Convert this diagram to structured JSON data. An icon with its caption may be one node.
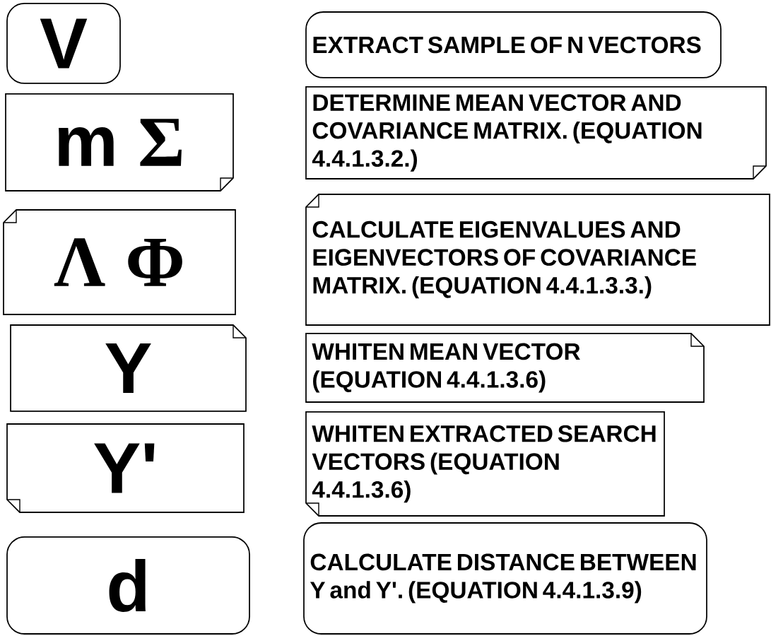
{
  "diagram": {
    "nodes": [
      {
        "text": [
          "V"
        ]
      },
      {
        "text": [
          "m",
          "Σ"
        ]
      },
      {
        "text": [
          "Λ",
          "Φ"
        ]
      },
      {
        "text": [
          "Y"
        ]
      },
      {
        "text": [
          "Y'"
        ]
      },
      {
        "text": [
          "d"
        ]
      },
      {
        "text": [
          "EXTRACT SAMPLE OF N VECTORS"
        ]
      },
      {
        "text": [
          "DETERMINE MEAN VECTOR AND COVARIANCE MATRIX. (EQUATION 4.4.1.3.2.)"
        ]
      },
      {
        "text": [
          "CALCULATE EIGENVALUES AND EIGENVECTORS OF COVARIANCE MATRIX. (EQUATION 4.4.1.3.3.)"
        ]
      },
      {
        "text": [
          "WHITEN MEAN VECTOR (EQUATION 4.4.1.3.6)"
        ]
      },
      {
        "text": [
          "WHITEN EXTRACTED SEARCH VECTORS (EQUATION 4.4.1.3.6)"
        ]
      },
      {
        "text": [
          "CALCULATE DISTANCE BETWEEN Y and Y'. (EQUATION 4.4.1.3.9)"
        ]
      }
    ]
  }
}
